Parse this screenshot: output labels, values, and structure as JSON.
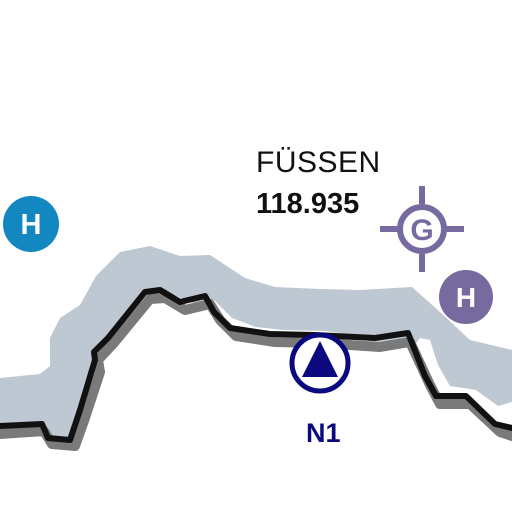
{
  "station": {
    "name": "FÜSSEN",
    "frequency": "118.935",
    "symbol_letter": "G",
    "color": "#776a9e"
  },
  "heliports": [
    {
      "letter": "H",
      "color": "#1388c0"
    },
    {
      "letter": "H",
      "color": "#776a9e"
    }
  ],
  "reporting_point": {
    "label": "N1",
    "color": "#0a0a7e"
  },
  "boundary": {
    "line_color": "#111111",
    "shadow_color": "#7a7a7a",
    "buffer_color": "#bdc8d3"
  },
  "icons": [
    "heliport-icon",
    "gliding-site-icon",
    "reporting-point-triangle-icon"
  ]
}
